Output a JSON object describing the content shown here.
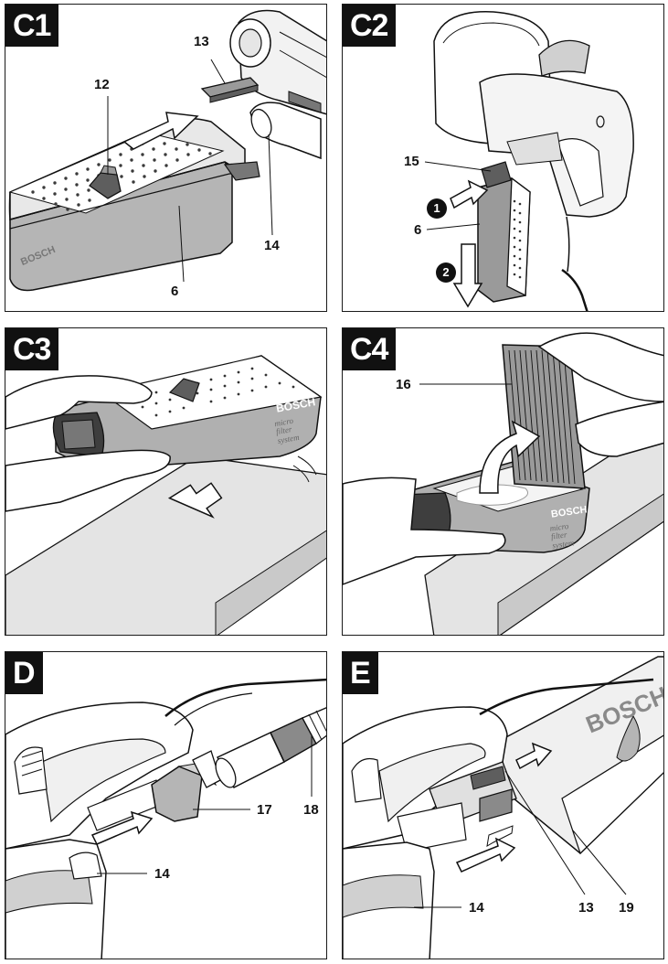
{
  "panels": {
    "c1": {
      "tag": "C1",
      "callouts": {
        "c13": "13",
        "c12": "12",
        "c14": "14",
        "c6": "6"
      },
      "brand": "BOSCH"
    },
    "c2": {
      "tag": "C2",
      "callouts": {
        "c15": "15",
        "c6": "6"
      },
      "steps": {
        "s1": "1",
        "s2": "2"
      }
    },
    "c3": {
      "tag": "C3",
      "brand": "BOSCH",
      "subbrand": [
        "micro",
        "filter",
        "system"
      ]
    },
    "c4": {
      "tag": "C4",
      "callouts": {
        "c16": "16"
      },
      "brand": "BOSCH",
      "subbrand": [
        "micro",
        "filter",
        "system"
      ]
    },
    "d": {
      "tag": "D",
      "callouts": {
        "c17": "17",
        "c18": "18",
        "c14": "14"
      }
    },
    "e": {
      "tag": "E",
      "callouts": {
        "c14": "14",
        "c13": "13",
        "c19": "19"
      },
      "brand": "BOSCH"
    }
  },
  "colors": {
    "ink": "#111111",
    "shade": "#b5b5b5",
    "light": "#e2e2e2",
    "dark": "#5e5e5e"
  }
}
